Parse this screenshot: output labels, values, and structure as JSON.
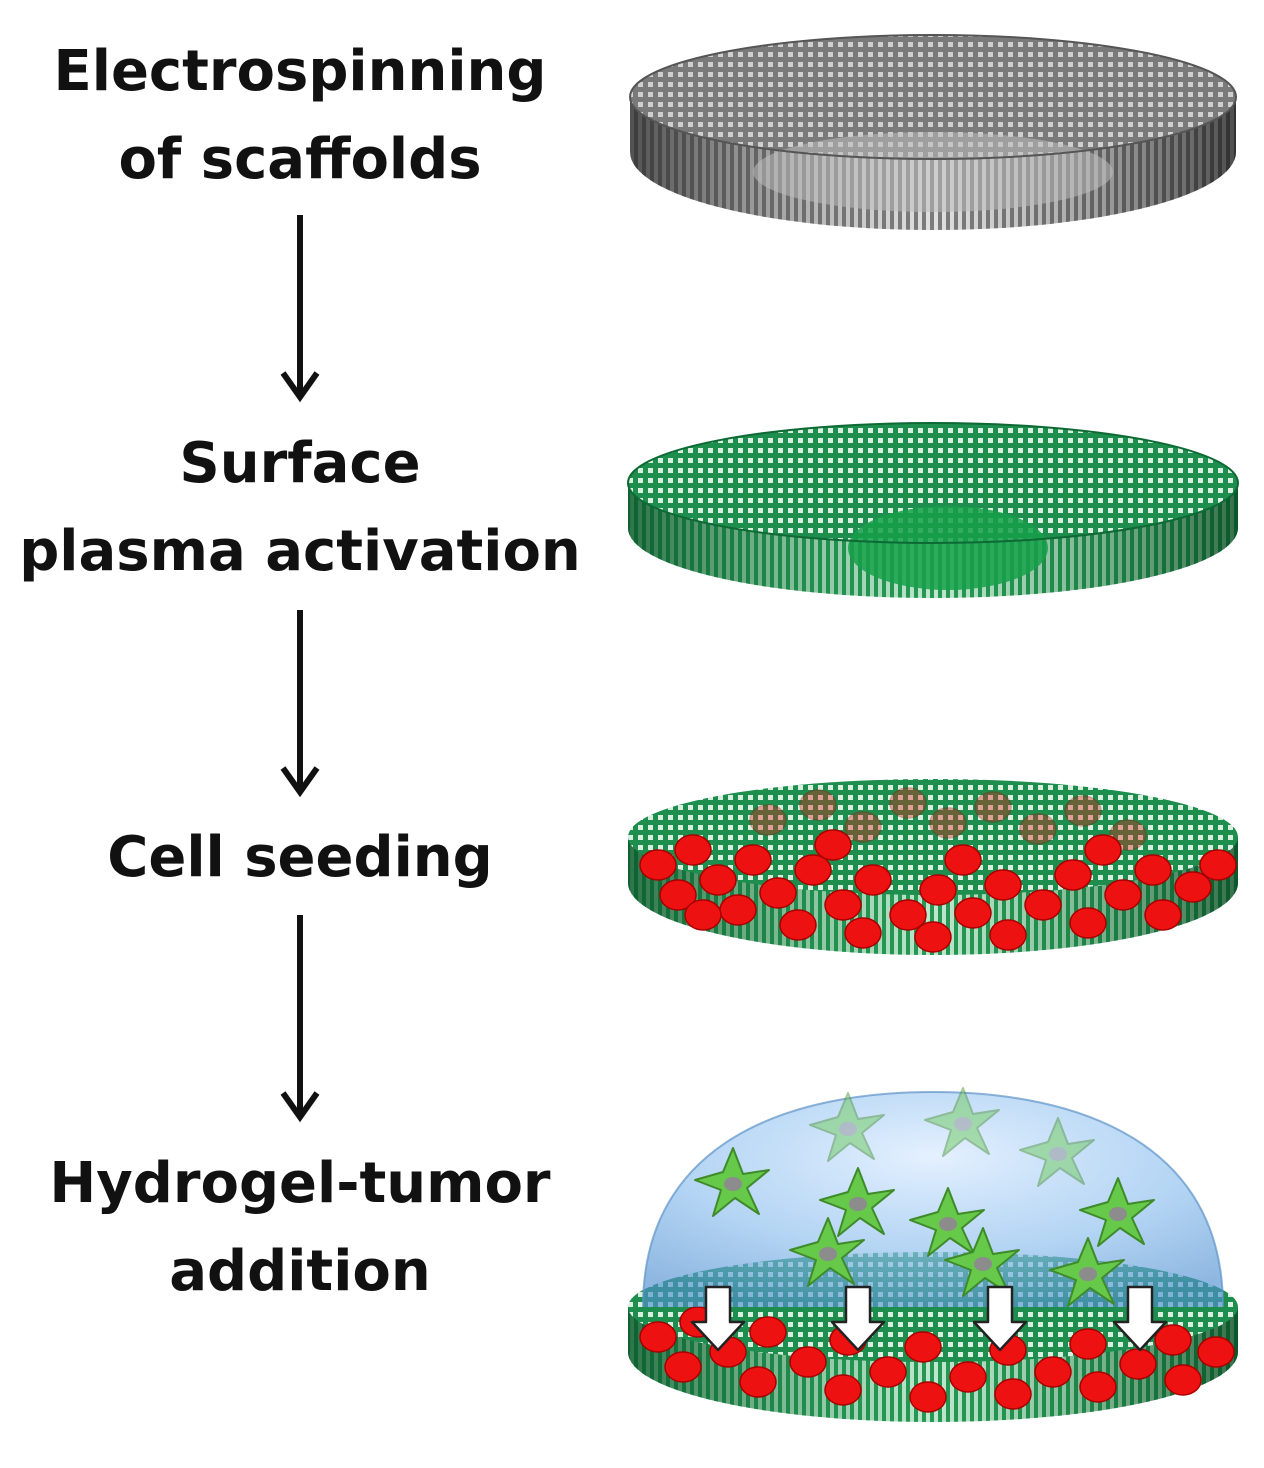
{
  "steps": [
    {
      "lines": [
        "Electrospinning",
        "of scaffolds"
      ]
    },
    {
      "lines": [
        "Surface",
        "plasma activation"
      ]
    },
    {
      "lines": [
        "Cell seeding"
      ]
    },
    {
      "lines": [
        "Hydrogel-tumor",
        "addition"
      ]
    }
  ],
  "colors": {
    "text": "#111111",
    "scaffold_gray": "#8a8a8a",
    "activated_green": "#1d8a4a",
    "cell_red": "#ee1111",
    "hydrogel_blue": "#7fb4e6",
    "tumor_cell_green": "#66c94a",
    "nucleus_gray": "#8c8c8c"
  },
  "icons": [
    "down-arrow-icon",
    "scaffold-disc-icon",
    "cell-cluster-icon",
    "hydrogel-dome-icon"
  ]
}
